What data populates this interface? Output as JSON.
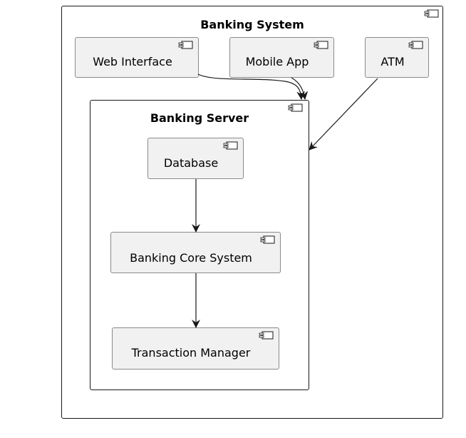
{
  "colors": {
    "frame_border": "#181818",
    "component_fill": "#f1f1f1",
    "component_border": "#8a8a8a",
    "arrow": "#181818"
  },
  "diagram": {
    "system_frame": {
      "title": "Banking System",
      "icon": "component-icon"
    },
    "server_frame": {
      "title": "Banking Server",
      "icon": "component-icon"
    },
    "components": {
      "web_interface": "Web Interface",
      "mobile_app": "Mobile App",
      "atm": "ATM",
      "database": "Database",
      "core_system": "Banking Core System",
      "transaction_manager": "Transaction Manager"
    },
    "relations": [
      {
        "from": "Web Interface",
        "to": "Banking Server"
      },
      {
        "from": "Mobile App",
        "to": "Banking Server"
      },
      {
        "from": "ATM",
        "to": "Banking Server"
      },
      {
        "from": "Database",
        "to": "Banking Core System"
      },
      {
        "from": "Banking Core System",
        "to": "Transaction Manager"
      }
    ]
  }
}
